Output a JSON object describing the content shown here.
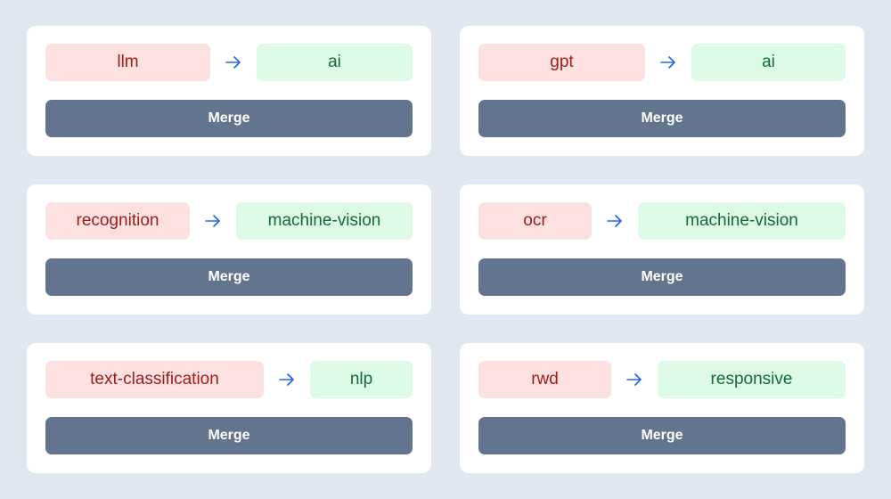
{
  "merge_label": "Merge",
  "colors": {
    "background": "#e1e7f1",
    "card": "#ffffff",
    "from_bg": "#fde1e1",
    "from_text": "#9c1b1b",
    "to_bg": "#dcfae6",
    "to_text": "#17683c",
    "arrow": "#2563eb",
    "merge_button": "#63748f"
  },
  "icons": {
    "arrow": "arrow-right-icon"
  },
  "merges": [
    {
      "from": "llm",
      "to": "ai"
    },
    {
      "from": "gpt",
      "to": "ai"
    },
    {
      "from": "recognition",
      "to": "machine-vision"
    },
    {
      "from": "ocr",
      "to": "machine-vision"
    },
    {
      "from": "text-classification",
      "to": "nlp"
    },
    {
      "from": "rwd",
      "to": "responsive"
    }
  ]
}
